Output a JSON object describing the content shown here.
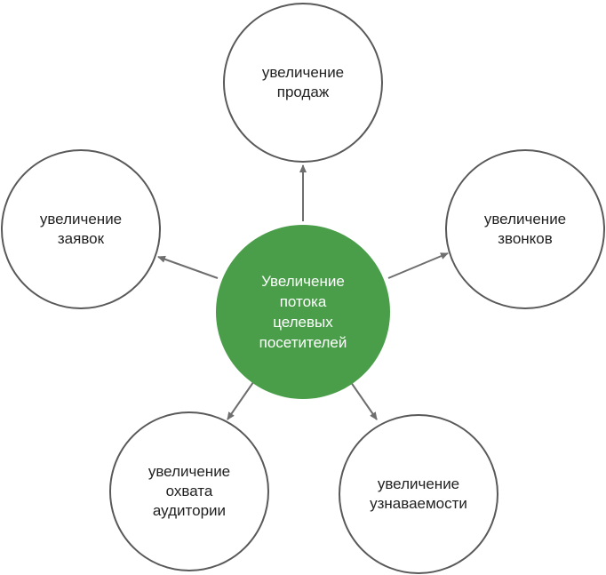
{
  "diagram": {
    "center_label": "Увеличение\nпотока\nцелевых\nпосетителей",
    "nodes": {
      "top": "увеличение\nпродаж",
      "left": "увеличение\nзаявок",
      "right": "увеличение\nзвонков",
      "bottom_left": "увеличение\nохвата\nаудитории",
      "bottom_right": "увеличение\nузнаваемости"
    },
    "colors": {
      "center_fill": "#4a9e4a",
      "outline": "#595959",
      "arrow": "#6e6e6e"
    }
  }
}
